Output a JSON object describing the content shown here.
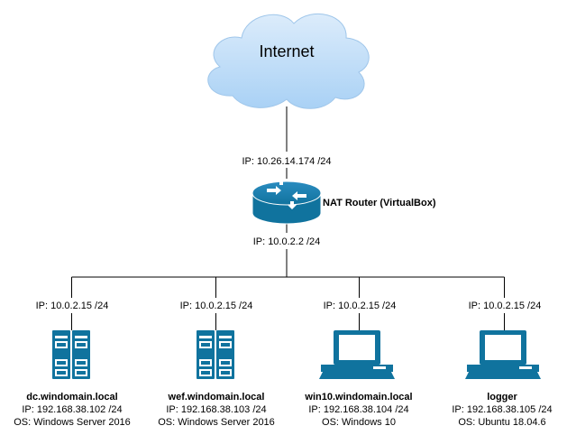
{
  "cloud": {
    "label": "Internet"
  },
  "router": {
    "label": "NAT Router (VirtualBox)",
    "wan_ip": "IP: 10.26.14.174 /24",
    "lan_ip": "IP: 10.0.2.2 /24"
  },
  "hosts": [
    {
      "nat_ip": "IP: 10.0.2.15 /24",
      "name": "dc.windomain.local",
      "ip": "IP: 192.168.38.102 /24",
      "os": "OS: Windows Server 2016",
      "icon": "server-icon"
    },
    {
      "nat_ip": "IP: 10.0.2.15 /24",
      "name": "wef.windomain.local",
      "ip": "IP: 192.168.38.103 /24",
      "os": "OS: Windows Server 2016",
      "icon": "server-icon"
    },
    {
      "nat_ip": "IP: 10.0.2.15 /24",
      "name": "win10.windomain.local",
      "ip": "IP: 192.168.38.104 /24",
      "os": "OS: Windows 10",
      "icon": "workstation-icon"
    },
    {
      "nat_ip": "IP: 10.0.2.15 /24",
      "name": "logger",
      "ip": "IP: 192.168.38.105 /24",
      "os": "OS: Ubuntu 18.04.6",
      "icon": "workstation-icon"
    }
  ],
  "colors": {
    "device_fill": "#10739e",
    "cloud_fill": "#b7d9f7",
    "line": "#000000"
  }
}
